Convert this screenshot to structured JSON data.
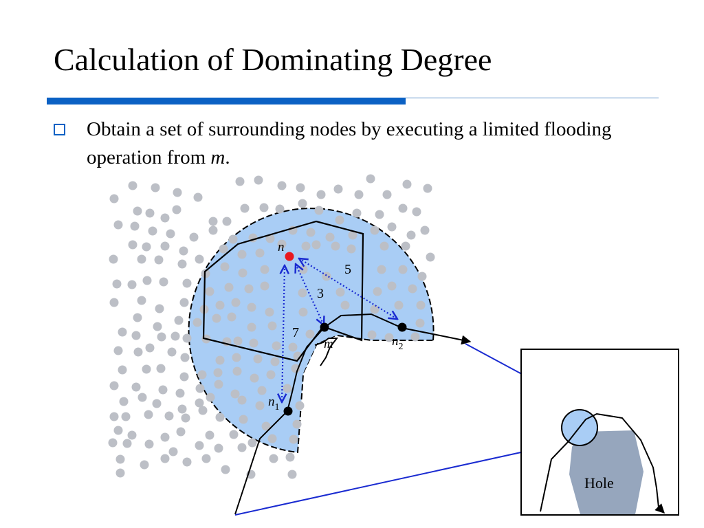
{
  "slide": {
    "title": "Calculation of Dominating Degree",
    "bullet": {
      "text_before": "Obtain a set of surrounding nodes by executing a limited flooding operation from ",
      "emphasis": "m",
      "text_after": "."
    }
  },
  "diagram": {
    "labels": {
      "n": "n",
      "m": "m",
      "n1_base": "n",
      "n1_sub": "1",
      "n2_base": "n",
      "n2_sub": "2",
      "hole": "Hole"
    },
    "distances": {
      "n_to_m": "3",
      "n_to_n1": "7",
      "n_to_n2": "5"
    },
    "colors": {
      "node_gray": "#bcbfc6",
      "region_fill": "#a9cdf5",
      "target_node": "#e8171e",
      "arrow_blue": "#1a2bd1",
      "zoom_line": "#1a2bd1",
      "hole_fill": "#96a6bd",
      "accent_blue": "#0b61c4"
    }
  }
}
